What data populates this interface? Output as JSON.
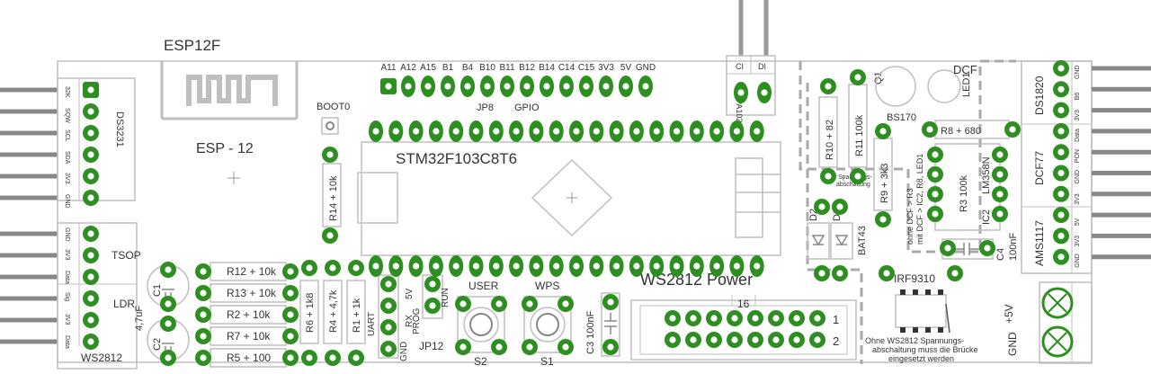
{
  "colors": {
    "pad": "#2d8f1f",
    "pad_hole": "#ffffff",
    "outline": "#bfbfbf",
    "outline_dark": "#9a9a9a",
    "text": "#333333",
    "pin": "#888888"
  },
  "module": {
    "name": "ESP12F",
    "label": "ESP - 12"
  },
  "mcu": {
    "label": "STM32F103C8T6"
  },
  "ws_power": {
    "label": "WS2812 Power",
    "pin16": "16",
    "row1": "1",
    "row2": "2"
  },
  "gpio_header": {
    "pins": [
      "A11",
      "A12",
      "A15",
      "B1",
      "B4",
      "B10",
      "B11",
      "B12",
      "B14",
      "C14",
      "C15",
      "3V3",
      "5V",
      "GND"
    ],
    "ref": "JP8",
    "name": "GPIO"
  },
  "apa102": {
    "ref": "APA102",
    "pins": [
      "CI",
      "DI"
    ]
  },
  "ds3231": {
    "ref": "DS3231",
    "pins": [
      "32K",
      "SQW",
      "SCL",
      "SDA",
      "3V3",
      "GND"
    ]
  },
  "tsop_ldr": {
    "pins": [
      "GND",
      "3V3",
      "Data",
      "Sig",
      "3V3",
      "Data"
    ],
    "tsop": "TSOP",
    "ldr": "LDR",
    "ws": "WS2812"
  },
  "right_conn": {
    "ds1820": "DS1820",
    "ds1820_pins": [
      "GND",
      "B6",
      "3V3"
    ],
    "dcf77": "DCF77",
    "dcf77_pins": [
      "Data",
      "PON",
      "GND",
      "3V3"
    ],
    "ams": "AMS1117",
    "ams_pins": [
      "5V",
      "3V3",
      "GND"
    ]
  },
  "boot": {
    "label": "BOOT0"
  },
  "resistors_left": [
    {
      "ref": "R12",
      "value": "10k"
    },
    {
      "ref": "R13",
      "value": "10k"
    },
    {
      "ref": "R2",
      "value": "10k"
    },
    {
      "ref": "R7",
      "value": "10k"
    },
    {
      "ref": "R5",
      "value": "100"
    }
  ],
  "resistors_v": [
    {
      "ref": "R14",
      "value": "10k"
    },
    {
      "ref": "R6",
      "value": "1k8"
    },
    {
      "ref": "R4",
      "value": "4,7k"
    },
    {
      "ref": "R1",
      "value": "1k"
    },
    {
      "ref": "R10",
      "value": "82"
    },
    {
      "ref": "R11",
      "value": "100k"
    },
    {
      "ref": "R9",
      "value": "3k3"
    },
    {
      "ref": "R3",
      "value": "100k"
    }
  ],
  "r8": {
    "ref": "R8",
    "value": "680"
  },
  "caps": {
    "c1": "C1",
    "c2": "C2",
    "c_value": "4,7uF",
    "c3": "C3",
    "c3_value": "100nF",
    "c4": "C4",
    "c4_value": "100nF"
  },
  "jp12": {
    "ref": "JP12",
    "labels": [
      "5V",
      "RX",
      "PROG",
      "RUN",
      "UART",
      "GND"
    ]
  },
  "switches": [
    {
      "top": "USER",
      "ref": "S2"
    },
    {
      "top": "WPS",
      "ref": "S1"
    }
  ],
  "dcf_area": {
    "q1": "Q1",
    "bs170": "BS170",
    "dcf": "DCF",
    "led1": "LED1",
    "spannung": [
      "Spannungs-",
      "abschaltung"
    ],
    "ic2_ref": "IC2",
    "ic2_type": "LM358N",
    "note": [
      "ohne DCF > R3",
      "mit DCF > IC2, R8, LED1"
    ]
  },
  "diodes": {
    "d1": "D1",
    "d2": "D2",
    "type": "BAT43"
  },
  "irf": {
    "label": "IRF9310",
    "note": [
      "Ohne WS2812 Spannungs-",
      "abschaltung muss die Brücke",
      "eingesetzt werden"
    ]
  },
  "power": {
    "plus": "+5V",
    "gnd": "GND"
  }
}
